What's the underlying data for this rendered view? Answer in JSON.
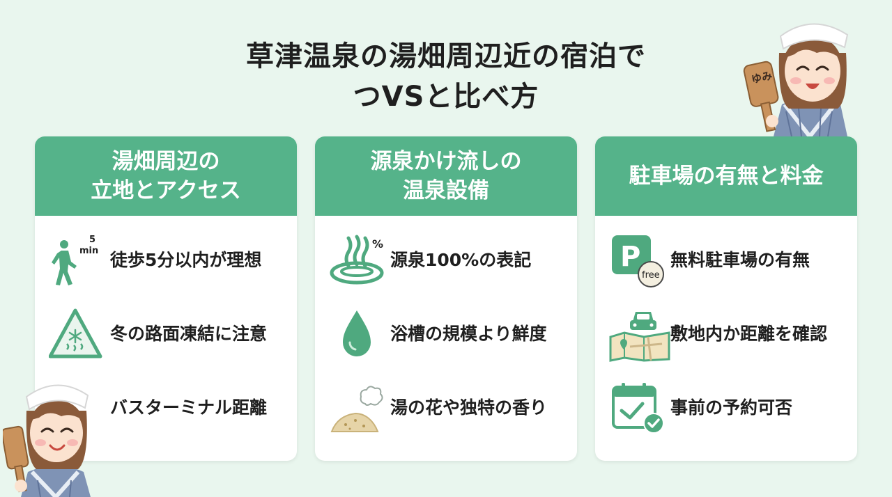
{
  "title": {
    "line1": "草津温泉の湯畑周辺近の宿泊で",
    "line2": "つVSと比べ方"
  },
  "cards": [
    {
      "head1": "湯畑周辺の",
      "head2": "立地とアクセス",
      "items": [
        {
          "label": "徒歩5分以内が理想",
          "icon": "walking-person-icon",
          "badge_top": "5",
          "badge_bottom": "min"
        },
        {
          "label": "冬の路面凍結に注意",
          "icon": "ice-warning-icon"
        },
        {
          "label": "バスターミナル距離",
          "icon": ""
        }
      ]
    },
    {
      "head1": "源泉かけ流しの",
      "head2": "温泉設備",
      "items": [
        {
          "label": "源泉100%の表記",
          "icon": "hot-spring-icon",
          "badge": "%"
        },
        {
          "label": "浴槽の規模より鮮度",
          "icon": "water-drop-icon"
        },
        {
          "label": "湯の花や独特の香り",
          "icon": "yunohana-icon"
        }
      ]
    },
    {
      "head1": "駐車場の有無と料金",
      "head2": "",
      "items": [
        {
          "label": "無料駐車場の有無",
          "icon": "parking-icon",
          "sign": "P",
          "badge": "free"
        },
        {
          "label": "敷地内か距離を確認",
          "icon": "car-map-icon"
        },
        {
          "label": "事前の予約可否",
          "icon": "calendar-check-icon"
        }
      ]
    }
  ],
  "mascot": {
    "paddle_text": "ゆみ"
  },
  "colors": {
    "background": "#e9f6ee",
    "accent": "#55b38a",
    "icon": "#4fa97f"
  }
}
